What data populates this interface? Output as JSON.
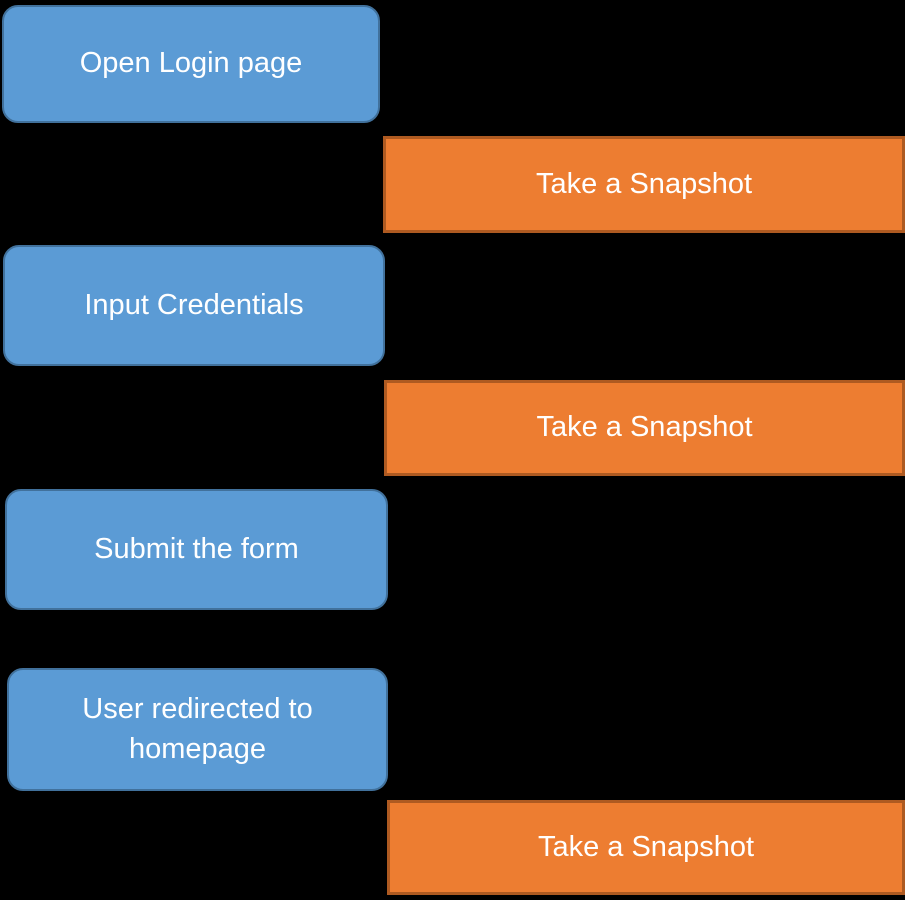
{
  "diagram": {
    "type": "flowchart",
    "background": "#000000",
    "colors": {
      "step_fill": "#5B9BD5",
      "step_border": "#41719C",
      "snapshot_fill": "#ED7D31",
      "snapshot_border": "#AE5A21",
      "text": "#FFFFFF"
    },
    "nodes": [
      {
        "id": "step-1",
        "kind": "step",
        "label": "Open Login page"
      },
      {
        "id": "snapshot-1",
        "kind": "snapshot",
        "label": "Take a Snapshot"
      },
      {
        "id": "step-2",
        "kind": "step",
        "label": "Input Credentials"
      },
      {
        "id": "snapshot-2",
        "kind": "snapshot",
        "label": "Take a Snapshot"
      },
      {
        "id": "step-3",
        "kind": "step",
        "label": "Submit the form"
      },
      {
        "id": "step-4",
        "kind": "step",
        "label": "User redirected to homepage"
      },
      {
        "id": "snapshot-3",
        "kind": "snapshot",
        "label": "Take a Snapshot"
      }
    ]
  }
}
